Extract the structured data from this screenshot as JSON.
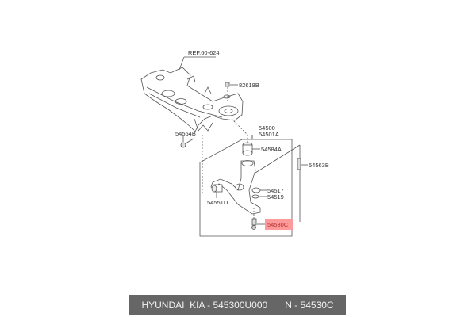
{
  "diagram": {
    "reference_label": "REF.60-624",
    "parts": [
      {
        "id": "p82618B",
        "label": "82618B"
      },
      {
        "id": "p54500",
        "label": "54500"
      },
      {
        "id": "p54501A",
        "label": "54501A"
      },
      {
        "id": "p54564B",
        "label": "54564B"
      },
      {
        "id": "p54584A",
        "label": "54584A"
      },
      {
        "id": "p54563B",
        "label": "54563B"
      },
      {
        "id": "p54517",
        "label": "54517"
      },
      {
        "id": "p54519",
        "label": "54519"
      },
      {
        "id": "p54551D",
        "label": "54551D"
      },
      {
        "id": "p54530C",
        "label": "54530C",
        "highlighted": true
      }
    ],
    "highlight_color": "#ff9a9a",
    "highlight_text_color": "#b03030",
    "line_color": "#555555"
  },
  "footer": {
    "brand": "HYUNDAI  KIA - 545300U000",
    "part_number": "N - 54530C",
    "background": "#666666"
  }
}
